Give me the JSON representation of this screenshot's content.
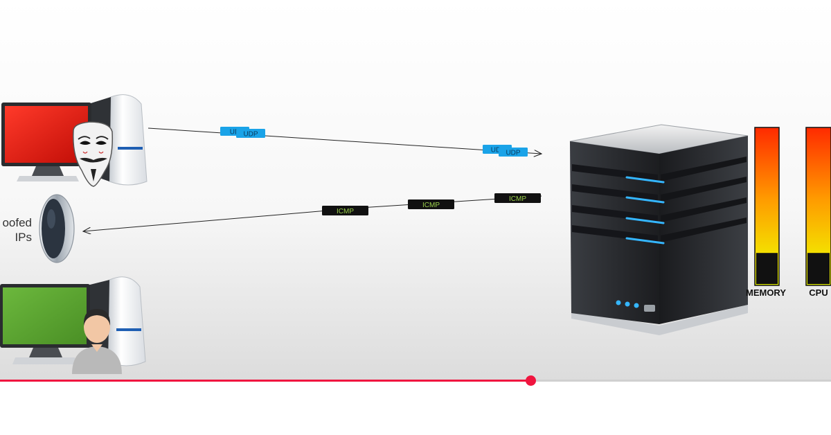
{
  "labels": {
    "spoofed_line1": "oofed",
    "spoofed_line2": "IPs",
    "memory": "MEMORY",
    "cpu": "CPU"
  },
  "udp_packets": [
    {
      "label": "UD"
    },
    {
      "label": "UDP"
    },
    {
      "label": "UD"
    },
    {
      "label": "UDP"
    }
  ],
  "icmp_packets": [
    {
      "label": "ICMP"
    },
    {
      "label": "ICMP"
    },
    {
      "label": "ICMP"
    }
  ],
  "gauges": {
    "memory_level": 0.8,
    "cpu_level": 0.8
  },
  "video": {
    "progress": 0.638
  },
  "colors": {
    "udp_packet": "#1aa3e8",
    "udp_text": "#0b3a5c",
    "icmp_packet": "#111111",
    "icmp_text": "#9bd04b",
    "attacker_screen": "#e8130c",
    "victim_screen": "#5aa530",
    "server_led": "#35b6ff",
    "progress": "#f0153f"
  },
  "icons": {
    "attacker": "anonymous-mask-icon",
    "user": "person-icon",
    "spoof": "lens-icon",
    "server": "server-tower-icon"
  }
}
